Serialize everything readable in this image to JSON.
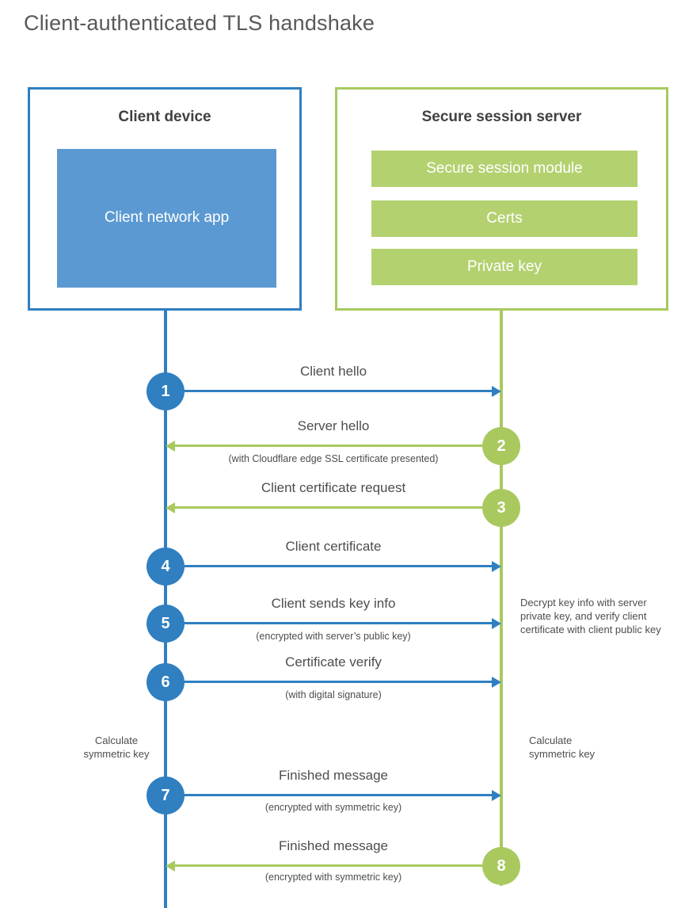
{
  "title": "Client-authenticated TLS handshake",
  "client": {
    "title": "Client device",
    "app": "Client network app"
  },
  "server": {
    "title": "Secure session server",
    "modules": [
      "Secure session module",
      "Certs",
      "Private key"
    ]
  },
  "steps": [
    {
      "num": "1",
      "label": "Client hello",
      "sub": "",
      "direction": "client-to-server"
    },
    {
      "num": "2",
      "label": "Server hello",
      "sub": "(with Cloudflare edge SSL certificate presented)",
      "direction": "server-to-client"
    },
    {
      "num": "3",
      "label": "Client certificate request",
      "sub": "",
      "direction": "server-to-client"
    },
    {
      "num": "4",
      "label": "Client certificate",
      "sub": "",
      "direction": "client-to-server"
    },
    {
      "num": "5",
      "label": "Client sends key info",
      "sub": "(encrypted with server’s public key)",
      "direction": "client-to-server"
    },
    {
      "num": "6",
      "label": "Certificate verify",
      "sub": "(with digital signature)",
      "direction": "client-to-server"
    },
    {
      "num": "7",
      "label": "Finished message",
      "sub": "(encrypted with symmetric key)",
      "direction": "client-to-server"
    },
    {
      "num": "8",
      "label": "Finished message",
      "sub": "(encrypted with symmetric key)",
      "direction": "server-to-client"
    }
  ],
  "notes": {
    "decrypt": "Decrypt key info with server private key, and verify client certificate with client public key",
    "calc_left": "Calculate symmetric key",
    "calc_right": "Calculate symmetric key"
  },
  "colors": {
    "blue": "#2f7fc1",
    "blue_fill": "#5b99d2",
    "green": "#a9c95f",
    "green_fill": "#b4d170"
  }
}
